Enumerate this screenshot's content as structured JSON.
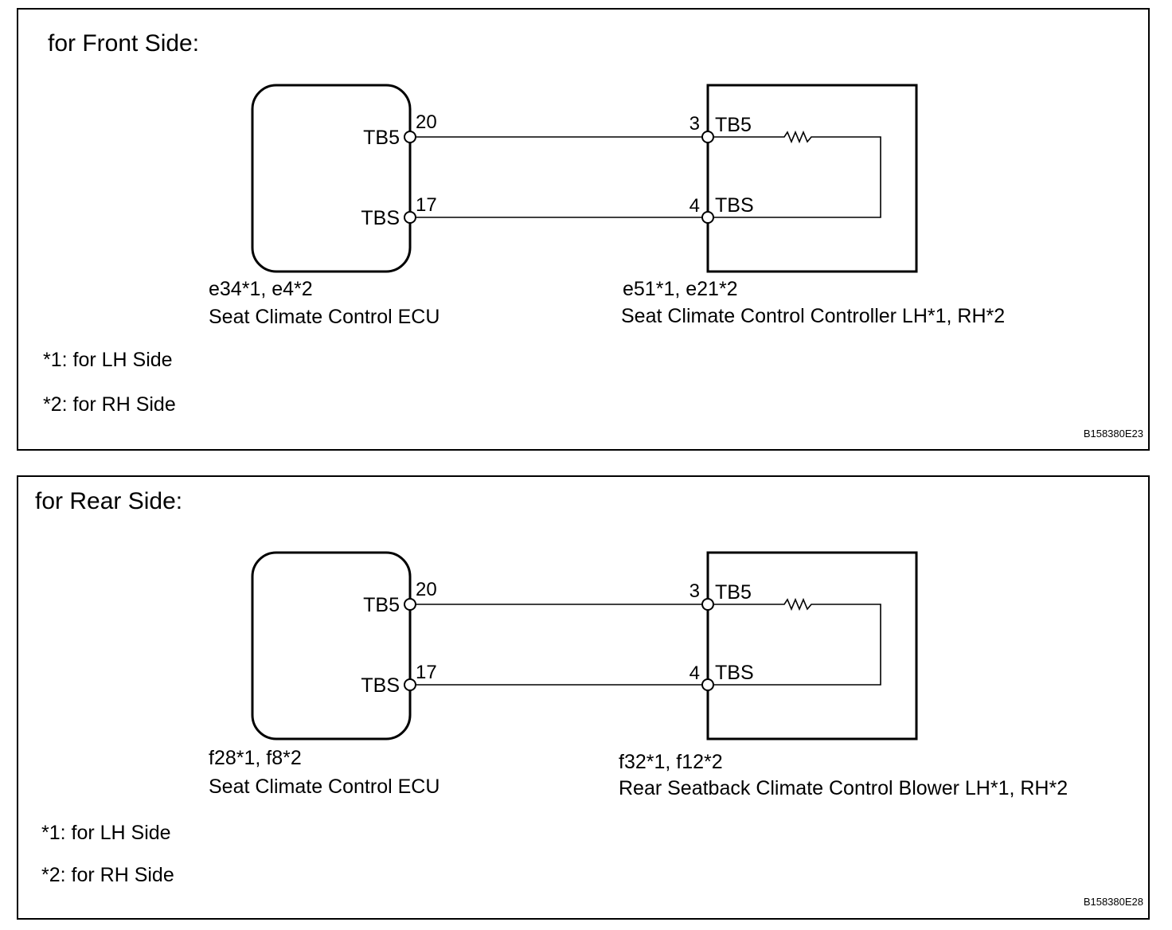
{
  "front": {
    "title": "for Front Side:",
    "ecu": {
      "connector": "e34*1, e4*2",
      "name": "Seat Climate Control ECU",
      "pins": [
        {
          "terminal": "TB5",
          "number": "20"
        },
        {
          "terminal": "TBS",
          "number": "17"
        }
      ]
    },
    "device": {
      "connector": "e51*1, e21*2",
      "name": "Seat Climate Control Controller LH*1, RH*2",
      "pins": [
        {
          "terminal": "TB5",
          "number": "3"
        },
        {
          "terminal": "TBS",
          "number": "4"
        }
      ]
    },
    "notes": [
      "*1: for LH Side",
      "*2: for RH Side"
    ],
    "figure_code": "B158380E23"
  },
  "rear": {
    "title": "for Rear Side:",
    "ecu": {
      "connector": "f28*1, f8*2",
      "name": "Seat Climate Control ECU",
      "pins": [
        {
          "terminal": "TB5",
          "number": "20"
        },
        {
          "terminal": "TBS",
          "number": "17"
        }
      ]
    },
    "device": {
      "connector": "f32*1, f12*2",
      "name": "Rear Seatback Climate Control Blower LH*1, RH*2",
      "pins": [
        {
          "terminal": "TB5",
          "number": "3"
        },
        {
          "terminal": "TBS",
          "number": "4"
        }
      ]
    },
    "notes": [
      "*1: for LH Side",
      "*2: for RH Side"
    ],
    "figure_code": "B158380E28"
  }
}
